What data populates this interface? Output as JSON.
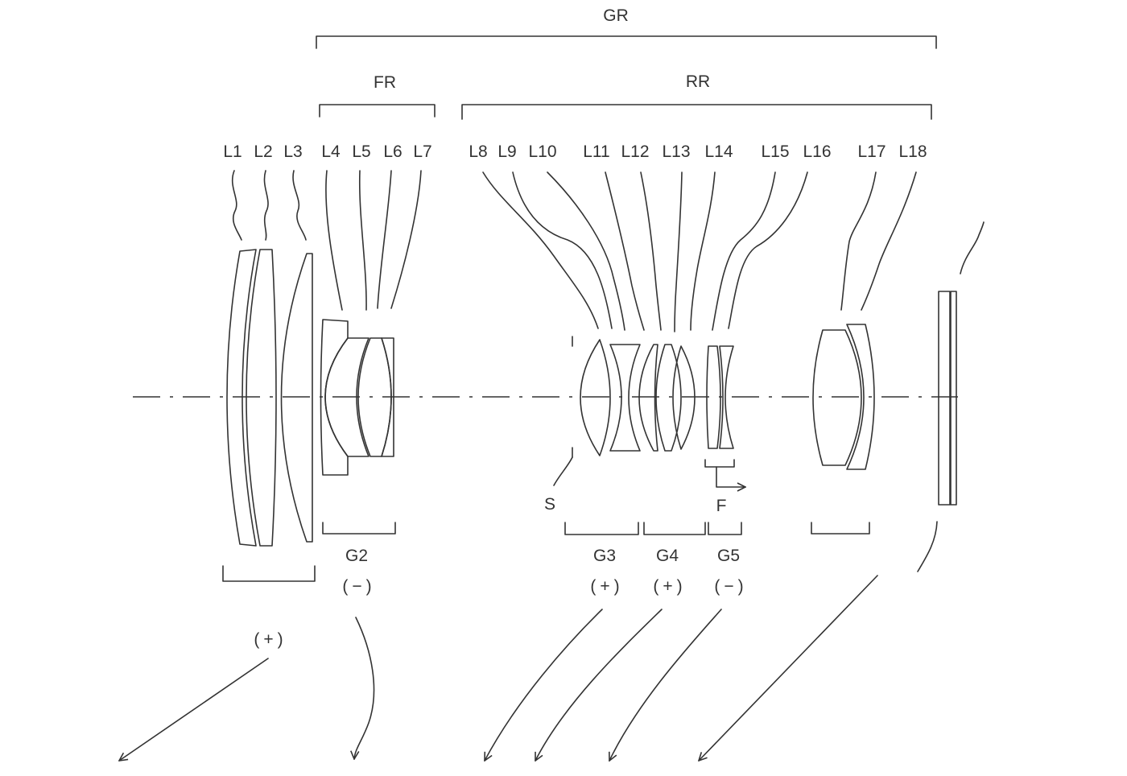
{
  "brackets": {
    "gr": "GR",
    "fr": "FR",
    "rr": "RR"
  },
  "lens_labels": [
    "L1",
    "L2",
    "L3",
    "L4",
    "L5",
    "L6",
    "L7",
    "L8",
    "L9",
    "L10",
    "L11",
    "L12",
    "L13",
    "L14",
    "L15",
    "L16",
    "L17",
    "L18"
  ],
  "aperture_stop": {
    "label": "S"
  },
  "focusing": {
    "label": "F"
  },
  "groups": {
    "g1": {
      "sign": "(+)"
    },
    "g2": {
      "name": "G2",
      "sign": "(−)"
    },
    "g3": {
      "name": "G3",
      "sign": "(+)"
    },
    "g4": {
      "name": "G4",
      "sign": "(+)"
    },
    "g5": {
      "name": "G5",
      "sign": "(−)"
    }
  },
  "colors": {
    "ink": "#333333",
    "background": "#ffffff"
  }
}
